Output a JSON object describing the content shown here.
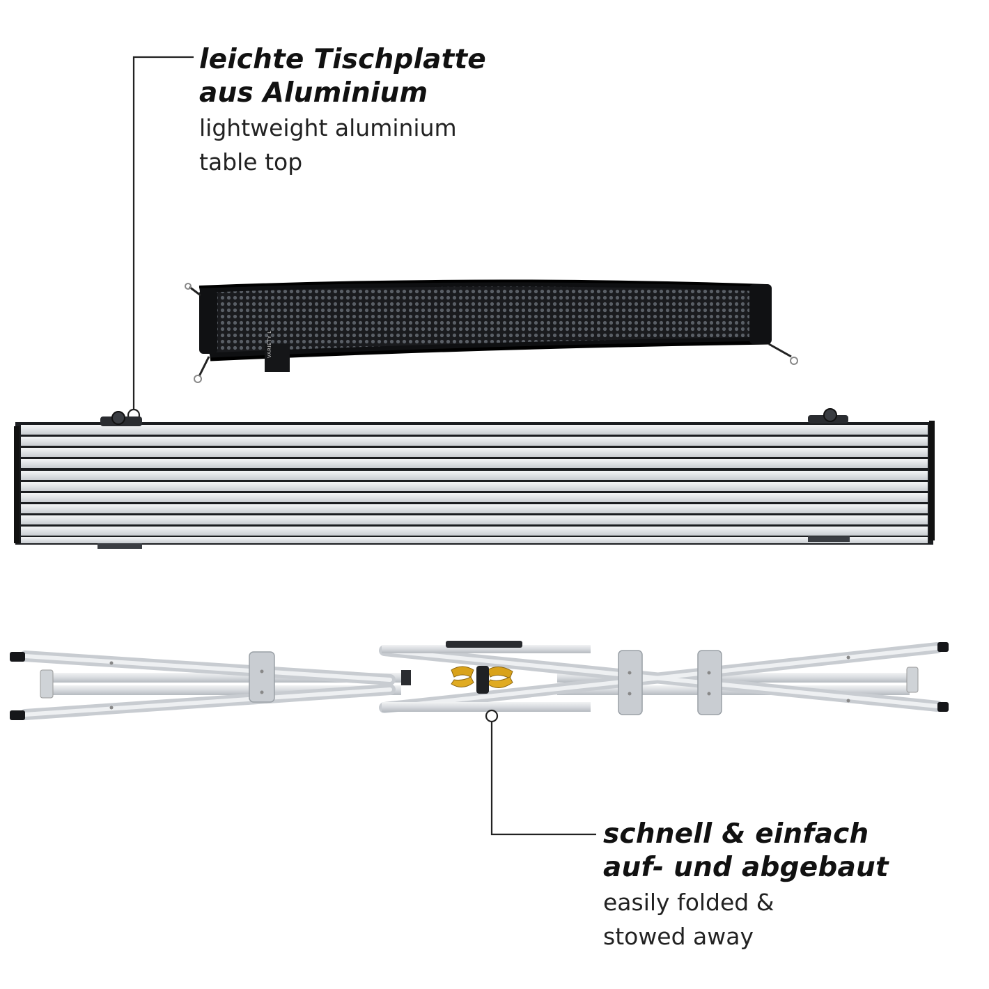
{
  "callouts": {
    "top": {
      "title_line1": "leichte Tischplatte",
      "title_line2": "aus Aluminium",
      "sub_line1": "lightweight aluminium",
      "sub_line2": "table top"
    },
    "bottom": {
      "title_line1": "schnell & einfach",
      "title_line2": "auf- und abgebaut",
      "sub_line1": "easily folded &",
      "sub_line2": "stowed away"
    }
  },
  "bag": {
    "label": "VARIETY L"
  },
  "colors": {
    "aluminium_light": "#e6e8ea",
    "aluminium_dark": "#1b1d20",
    "mesh_bag": "#111214",
    "accent_gold": "#d9a21a"
  }
}
